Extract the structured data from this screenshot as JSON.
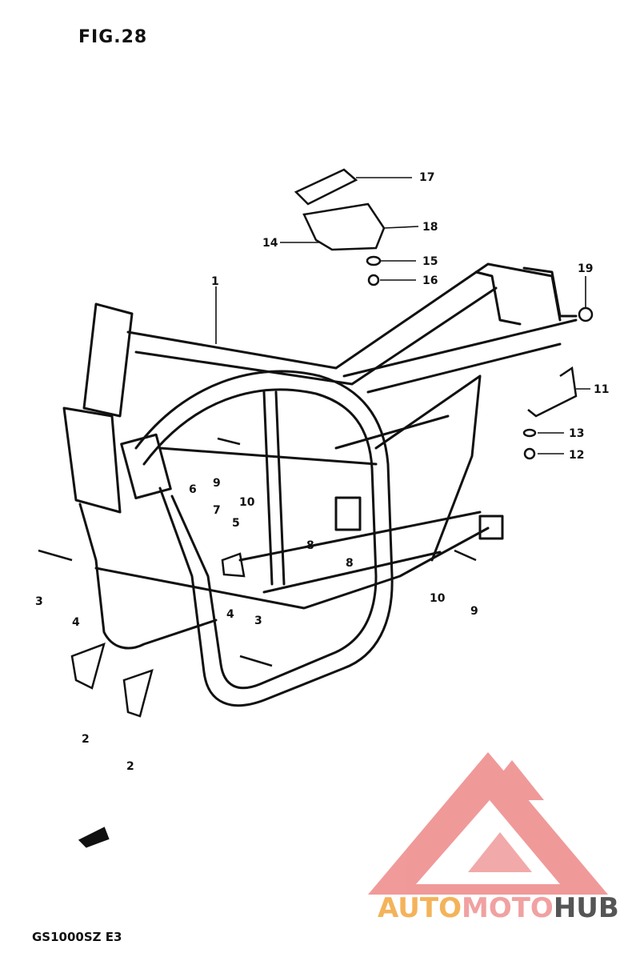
{
  "figure_title": "FIG.28",
  "model_code": "GS1000SZ  E3",
  "watermark": {
    "word_a": "AUTO",
    "word_b": "MOTO",
    "word_c": "HUB",
    "color_a": "#f4b35a",
    "color_b": "#f1a1a1",
    "color_c": "#555555",
    "logo_color": "#ef8f8f"
  },
  "callouts": [
    "1",
    "2",
    "2",
    "3",
    "3",
    "4",
    "4",
    "5",
    "6",
    "7",
    "8",
    "8",
    "9",
    "9",
    "10",
    "10",
    "11",
    "12",
    "13",
    "14",
    "15",
    "16",
    "17",
    "18",
    "19"
  ]
}
